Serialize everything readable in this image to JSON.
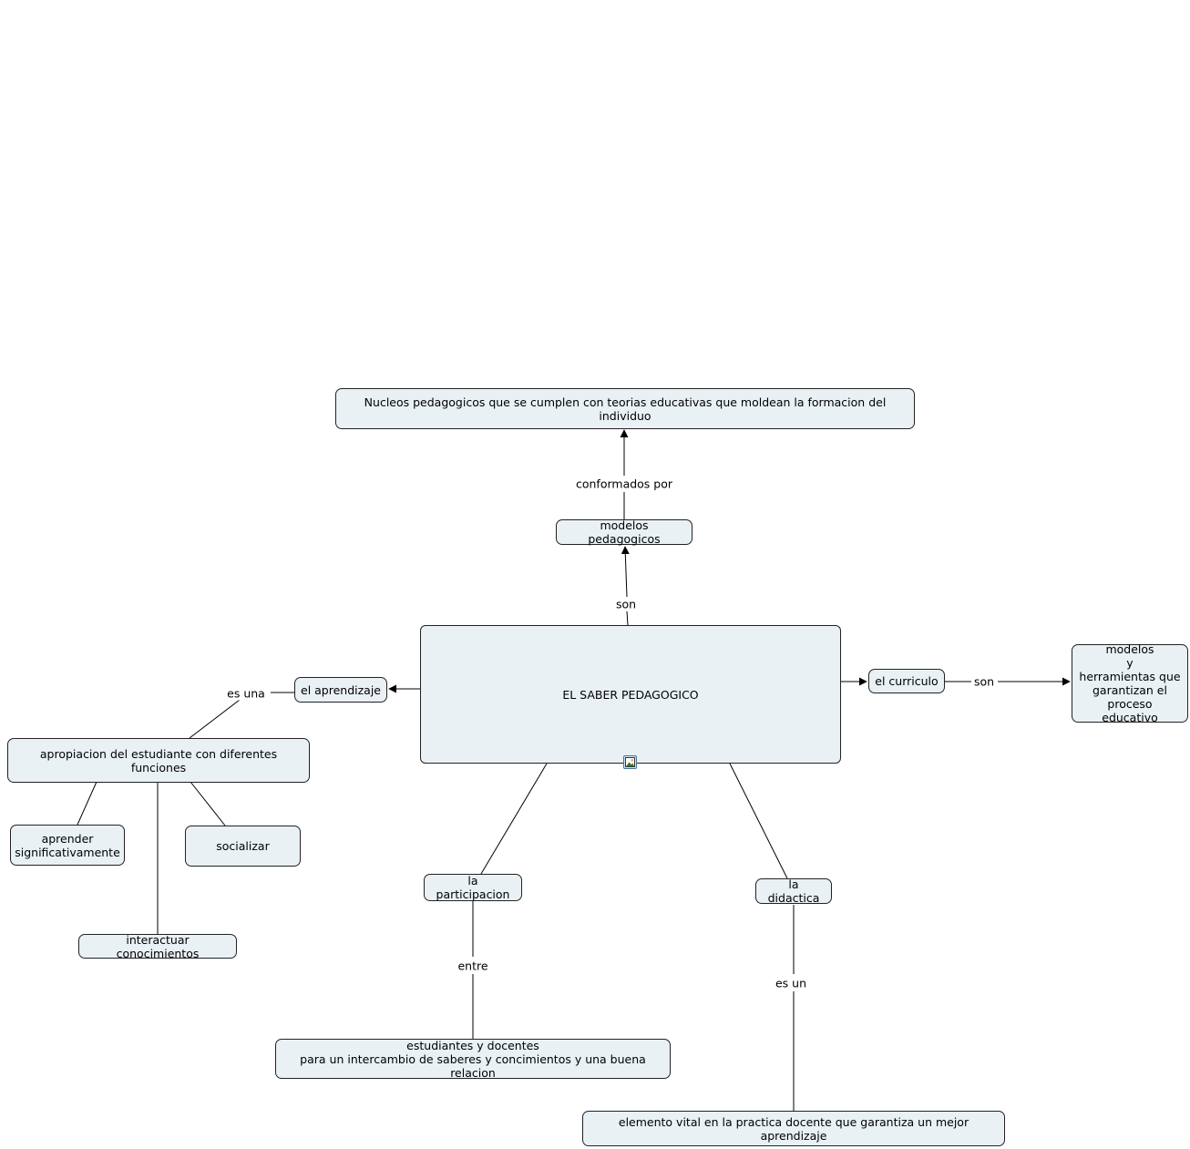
{
  "nodes": {
    "main": "EL SABER PEDAGOGICO",
    "modelos_pedagogicos": "modelos pedagogicos",
    "nucleos": "Nucleos pedagogicos que se cumplen con teorias  educativas que moldean  la formacion del individuo",
    "el_aprendizaje": "el aprendizaje",
    "apropiacion": "apropiacion del estudiante  con diferentes funciones",
    "aprender": "aprender\nsignificativamente",
    "socializar": "socializar",
    "interactuar": "interactuar conocimientos",
    "el_curriculo": "el curriculo",
    "modelos_herramientas": "modelos\ny\nherramientas que\ngarantizan el\nproceso educativo",
    "la_participacion": "la participacion",
    "estudiantes_docentes": "estudiantes y docentes\npara un intercambio de saberes y concimientos y una buena relacion",
    "la_didactica": "la didactica",
    "elemento_vital": "elemento vital en la practica docente que garantiza un mejor aprendizaje"
  },
  "links": {
    "son_top": "son",
    "conformados_por": "conformados por",
    "es_una": "es una",
    "son_right": "son",
    "entre": "entre",
    "es_un": "es un"
  },
  "icons": {
    "main_attachment": "image-icon"
  },
  "colors": {
    "node_fill": "#e9f1f5",
    "node_border": "#222222",
    "line": "#000000"
  }
}
